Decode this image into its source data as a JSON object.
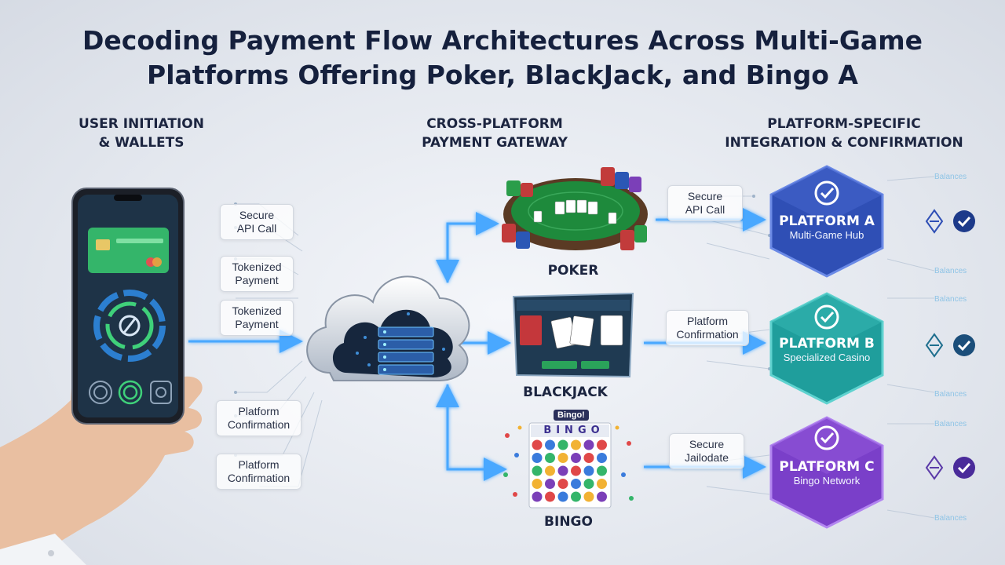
{
  "title_line1": "Decoding Payment Flow Architectures Across Multi-Game",
  "title_line2": "Platforms Offering Poker, BlackJack, and Bingo A",
  "columns": {
    "left_line1": "USER INITIATION",
    "left_line2": "& WALLETS",
    "mid_line1": "CROSS-PLATFORM",
    "mid_line2": "PAYMENT GATEWAY",
    "right_line1": "PLATFORM-SPECIFIC",
    "right_line2": "INTEGRATION & CONFIRMATION"
  },
  "left_labels": [
    {
      "l1": "Secure",
      "l2": "API Call"
    },
    {
      "l1": "Tokenized",
      "l2": "Payment"
    },
    {
      "l1": "Tokenized",
      "l2": "Payment"
    },
    {
      "l1": "Platform",
      "l2": "Confirmation"
    },
    {
      "l1": "Platform",
      "l2": "Confirmation"
    }
  ],
  "games": {
    "poker": "POKER",
    "blackjack": "BLACKJACK",
    "bingo": "BINGO",
    "bingo_card_header": "BINGO",
    "bingo_tag": "Bingo!"
  },
  "right_labels": [
    {
      "l1": "Secure",
      "l2": "API Call"
    },
    {
      "l1": "Platform",
      "l2": "Confirmation"
    },
    {
      "l1": "Secure",
      "l2": "Jailodate"
    }
  ],
  "platforms": [
    {
      "title": "PLATFORM A",
      "subtitle": "Multi-Game Hub",
      "color": "#2f4fb5"
    },
    {
      "title": "PLATFORM B",
      "subtitle": "Specialized Casino",
      "color": "#1f9e9c"
    },
    {
      "title": "PLATFORM C",
      "subtitle": "Bingo Network",
      "color": "#7a3fc9"
    }
  ],
  "balance_label": "Balances",
  "colors": {
    "flow": "#4aa8ff",
    "title": "#15203d",
    "check": "#1d3a8a"
  }
}
